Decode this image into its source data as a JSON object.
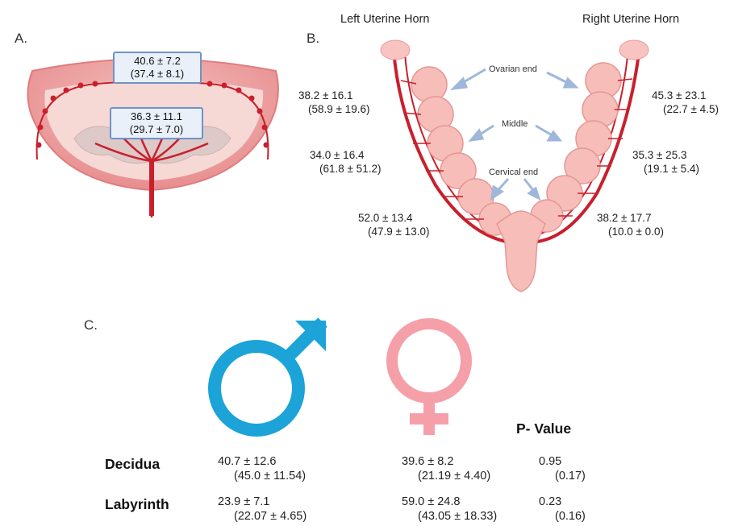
{
  "panels": {
    "a": {
      "label": "A.",
      "outer_box": {
        "line1": "40.6 ± 7.2",
        "line2": "(37.4 ± 8.1)"
      },
      "inner_box": {
        "line1": "36.3 ± 11.1",
        "line2": "(29.7 ± 7.0)"
      }
    },
    "b": {
      "label": "B.",
      "left_title": "Left Uterine Horn",
      "right_title": "Right Uterine Horn",
      "arrow_labels": {
        "ovarian": "Ovarian end",
        "middle": "Middle",
        "cervical": "Cervical end"
      },
      "left_values": [
        {
          "line1": "38.2 ± 16.1",
          "line2": "(58.9 ± 19.6)"
        },
        {
          "line1": "34.0 ± 16.4",
          "line2": "(61.8 ± 51.2)"
        },
        {
          "line1": "52.0 ± 13.4",
          "line2": "(47.9 ± 13.0)"
        }
      ],
      "right_values": [
        {
          "line1": "45.3 ± 23.1",
          "line2": "(22.7 ± 4.5)"
        },
        {
          "line1": "35.3 ± 25.3",
          "line2": "(19.1 ± 5.4)"
        },
        {
          "line1": "38.2 ± 17.7",
          "line2": "(10.0 ± 0.0)"
        }
      ]
    },
    "c": {
      "label": "C.",
      "p_value_header": "P- Value",
      "rows": [
        {
          "label": "Decidua",
          "male": {
            "line1": "40.7 ± 12.6",
            "line2": "(45.0 ± 11.54)"
          },
          "female": {
            "line1": "39.6 ± 8.2",
            "line2": "(21.19 ± 4.40)"
          },
          "p": {
            "line1": "0.95",
            "line2": "(0.17)"
          }
        },
        {
          "label": "Labyrinth",
          "male": {
            "line1": "23.9 ± 7.1",
            "line2": "(22.07 ± 4.65)"
          },
          "female": {
            "line1": "59.0 ± 24.8",
            "line2": "(43.05 ± 18.33)"
          },
          "p": {
            "line1": "0.23",
            "line2": "(0.16)"
          }
        }
      ]
    }
  },
  "colors": {
    "uterus_fill": "#f6c9c4",
    "vessel": "#c8202c",
    "placenta_outer": "#e98a88",
    "male_symbol": "#1ca3d8",
    "female_symbol": "#f5a0a8",
    "arrow": "#9eb7db"
  },
  "icons": {
    "male": "male-symbol-icon",
    "female": "female-symbol-icon"
  }
}
